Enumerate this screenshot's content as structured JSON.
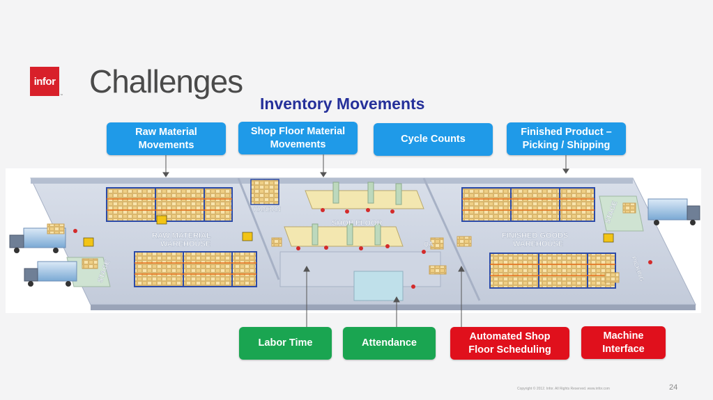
{
  "header": {
    "logo_text": "infor",
    "logo_tm": "™",
    "title": "Challenges",
    "subtitle": "Inventory Movements"
  },
  "top_boxes": [
    {
      "label": "Raw Material Movements"
    },
    {
      "label": "Shop Floor Material Movements"
    },
    {
      "label": "Cycle Counts"
    },
    {
      "label": "Finished Product – Picking / Shipping"
    }
  ],
  "bottom_boxes": [
    {
      "label": "Labor Time"
    },
    {
      "label": "Attendance"
    },
    {
      "label": "Automated Shop Floor Scheduling"
    },
    {
      "label": "Machine Interface"
    }
  ],
  "floor_labels": {
    "kanban": "KANBAN",
    "shop_floor": "SHOP FLOOR",
    "raw_material_line1": "RAW MATERIAL",
    "raw_material_line2": "WAREHOUSE",
    "finished_goods_line1": "FINISHED GOODS",
    "finished_goods_line2": "WAREHOUSE",
    "stage_left": "STAGE",
    "stage_right": "STAGE",
    "picking": "PICKING",
    "qa": "QA"
  },
  "colors": {
    "logo": "#d8202a",
    "title": "#4a4a4a",
    "subtitle": "#25309a",
    "blue_box": "#1f9ae8",
    "green_box": "#1aa551",
    "red_box": "#e0101c"
  },
  "footer": {
    "copyright": "Copyright © 2012. Infor. All Rights Reserved. www.infor.com",
    "page_number": "24"
  }
}
